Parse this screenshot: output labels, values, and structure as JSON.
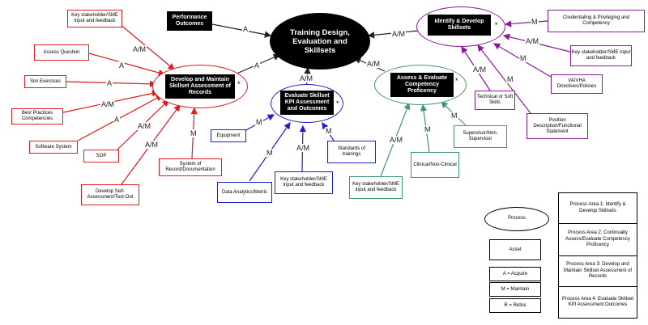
{
  "center": {
    "title": "Training Design, Evaluation and Skillsets"
  },
  "processes": {
    "develop": "Develop and Maintain Skillset Assessment of Records",
    "evaluate": "Evaluate Skillset KPI Assessment and Outcomes",
    "assess": "Assess & Evaluate Competency Proficency",
    "identify": "Identify & Develop Skillsets",
    "performance": "Performance Outcomes"
  },
  "stars": {
    "develop": "*",
    "evaluate": "*",
    "assess": "*",
    "identify": "*"
  },
  "assets": {
    "red": [
      "Key stakeholder/SME input and feedback",
      "Assess Question",
      "Sim Exercises",
      "Best Practices Competencies",
      "Software System",
      "SOP",
      "Develop Self-Assessment/Test-Out",
      "System of Record/Documentation"
    ],
    "blue": [
      "Equipment",
      "Standards of trainings",
      "Data Analytics/Metric",
      "Key stakeholder/SME input and feedback"
    ],
    "green": [
      "Key stakeholder/SME input and feedback",
      "Clinical/Non-Clinical",
      "Supervisor/Non-Supervisor"
    ],
    "purple": [
      "Credentialing & Privileging and Competency",
      "Key stakeholder/SME input and feedback",
      "VA/VHA Directives/Policies",
      "Position Description/Functional Statement",
      "Technical or Soft Skills"
    ]
  },
  "edge_labels": {
    "red": [
      "A/M",
      "A",
      "A",
      "A/M",
      "A",
      "A/M",
      "A/M",
      "M"
    ],
    "blue": [
      "M",
      "M",
      "M",
      "A/M"
    ],
    "green": [
      "A/M",
      "M",
      "M"
    ],
    "purple": [
      "M",
      "A/M",
      "M",
      "M",
      "A/M"
    ],
    "center": [
      "A",
      "A",
      "A/M",
      "A/M",
      "A/M"
    ]
  },
  "legend": {
    "process": "Process",
    "asset": "Asset",
    "acquire": "A = Acquire",
    "maintain": "M = Maintain",
    "retire": "R = Retire",
    "areas": [
      "Process Area 1: Identify & Develop Skillsets",
      "Process Area 2: Continually Assess/Evaluate Competency Proficency",
      "Process Area 3: Develop and Maintain Skillset Assessment of Records",
      "Process Area 4: Evaluate Skillset KPI Assessment Outcomes"
    ]
  },
  "colors": {
    "red": "#e01b1b",
    "blue": "#2020c8",
    "green": "#3f9a6b",
    "purple": "#8a1a9a",
    "black": "#000000"
  }
}
